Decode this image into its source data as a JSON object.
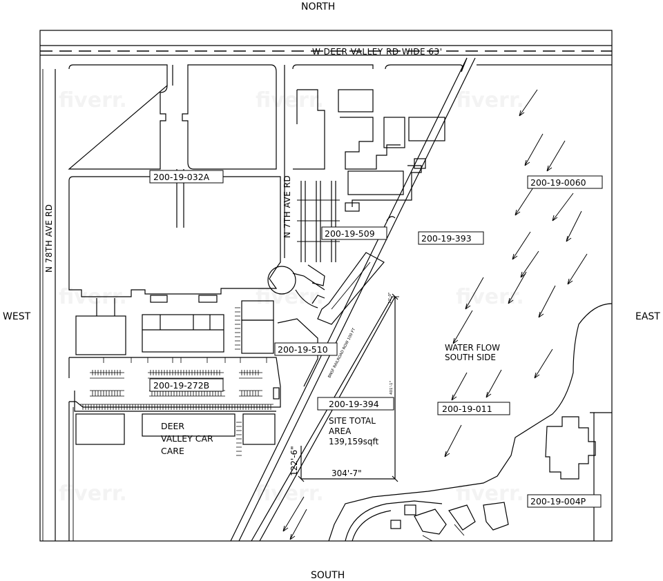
{
  "compass": {
    "north": "NORTH",
    "south": "SOUTH",
    "east": "EAST",
    "west": "WEST"
  },
  "roads": {
    "deer_valley": "W DEER VALLEY RD WIDE 63'",
    "n_78th": "N 78TH AVE RD",
    "n_7th": "N 7TH AVE RD",
    "diagonal": "BNSF RAILROAD ROW 100 FT"
  },
  "parcels": [
    {
      "id": "parcel-032a",
      "label": "200-19-032A"
    },
    {
      "id": "parcel-0060",
      "label": "200-19-0060"
    },
    {
      "id": "parcel-509",
      "label": "200-19-509"
    },
    {
      "id": "parcel-393",
      "label": "200-19-393"
    },
    {
      "id": "parcel-510",
      "label": "200-19-510"
    },
    {
      "id": "parcel-272b",
      "label": "200-19-272B"
    },
    {
      "id": "parcel-394",
      "label": "200-19-394"
    },
    {
      "id": "parcel-011",
      "label": "200-19-011"
    },
    {
      "id": "parcel-004p",
      "label": "200-19-004P"
    }
  ],
  "site": {
    "title": "SITE TOTAL",
    "area_label": "AREA",
    "area_value": "139,159sqft",
    "dim_width": "304'-7\"",
    "dim_height": "122'-6\"",
    "dim_vertical": "401'-1\"",
    "dim_offset": "12'-0\""
  },
  "water_flow": {
    "line1": "WATER FLOW",
    "line2": "SOUTH SIDE"
  },
  "deer_valley_car_care": {
    "line1": "DEER",
    "line2": "VALLEY CAR",
    "line3": "CARE"
  },
  "watermark": "fiverr."
}
